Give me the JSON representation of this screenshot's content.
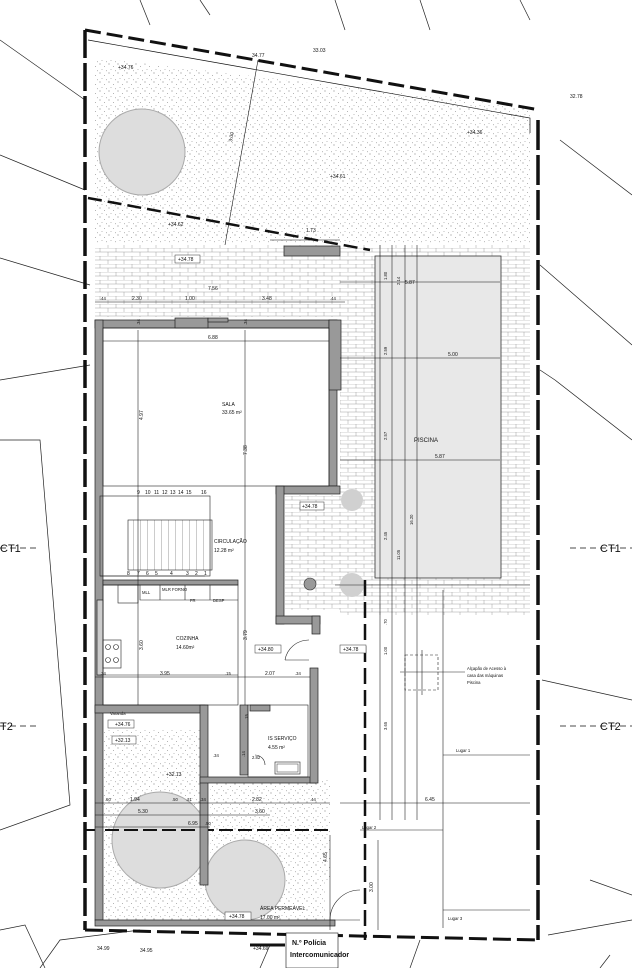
{
  "rooms": {
    "sala": {
      "name": "SALA",
      "area": "33.65 m²"
    },
    "circulacao": {
      "name": "CIRCULAÇÃO",
      "area": "12.28 m²"
    },
    "cozinha": {
      "name": "COZINHA",
      "area": "14.60m²"
    },
    "is_servico": {
      "name": "IS SERVIÇO",
      "area": "4.55 m²"
    },
    "area_permeavel": {
      "name": "ÁREA PERMEÁVEL",
      "area": "17.00 m²"
    },
    "piscina": {
      "name": "PISCINA"
    },
    "varanda": {
      "name": "Varanda"
    }
  },
  "appliances": [
    "MLL",
    "MLR FORNO",
    "FR",
    "DESP"
  ],
  "stairs": {
    "upper": [
      "9",
      "10",
      "11",
      "12",
      "13",
      "14",
      "15",
      "16"
    ],
    "lower": [
      "8",
      "7",
      "6",
      "5",
      "4",
      "3",
      "2",
      "1"
    ]
  },
  "levels": {
    "lv1": "+34.76",
    "lv2": "+34.36",
    "lv3": "+34.61",
    "lv4": "+34.62",
    "lv5": "+34.78",
    "lv6": "+34.78",
    "lv7": "+34.80",
    "lv8": "+34.78",
    "lv9": "+34.76",
    "lv10": "+32.13",
    "lv11": "+32.13",
    "lv12": "+34.78",
    "lv13": "+34.69"
  },
  "top_values": {
    "v1": "34.77",
    "v2": "33.03",
    "v3": "32.78"
  },
  "bottom_values": {
    "v1": "34.99",
    "v2": "34.95"
  },
  "dimensions": {
    "d1": "3.00",
    "d2": "1.73",
    "d3": "7.56",
    "d4": ".44",
    "d5": "2.30",
    "d6": "1.00",
    "d7": "3.48",
    "d8": ".44",
    "d9": "6.88",
    "d10": ".34",
    "d11": ".34",
    "d12": "4.97",
    "d13": "7.38",
    "d14": "3.60",
    "d15": "3.79",
    "d16": ".34",
    "d17": "3.95",
    "d18": ".15",
    "d19": "2.07",
    "d20": ".34",
    "d21": "5.87",
    "d22": "5.00",
    "d23": "5.87",
    "d24": "1.80",
    "d25": "2.14",
    "d26": "2.59",
    "d27": "2.57",
    "d28": "2.45",
    "d29": "11.05",
    "d30": "16.20",
    "d31": ".70",
    "d32": "1.00",
    "d33": "3.65",
    "d34": "6.45",
    "d35": "1.94",
    "d36": ".50",
    "d37": "5.30",
    "d38": "6.95",
    "d39": "2.82",
    "d40": "3.60",
    "d41": ".44",
    "d42": "4.65",
    "d43": "3.00",
    "d44": ".34",
    "d45": ".15",
    "d46": "2.82",
    "d47": ".50",
    "d48": ".31",
    "d49": ".34",
    "d50": ".50",
    "d51": ".14"
  },
  "places": {
    "lugar1": "Lugar 1",
    "lugar2": "Lugar 2",
    "lugar3": "Lugar 3"
  },
  "annotation": {
    "line1": "Alçapão de Acesso à",
    "line2": "casa das máquinas",
    "line3": "Piscina"
  },
  "sections": {
    "ct1_left": "CT1",
    "ct1_right": "CT1",
    "ct2_left": "T2",
    "ct2_right": "CT2"
  },
  "police": {
    "line1": "N.º Polícia",
    "line2": "Intercomunicador"
  }
}
